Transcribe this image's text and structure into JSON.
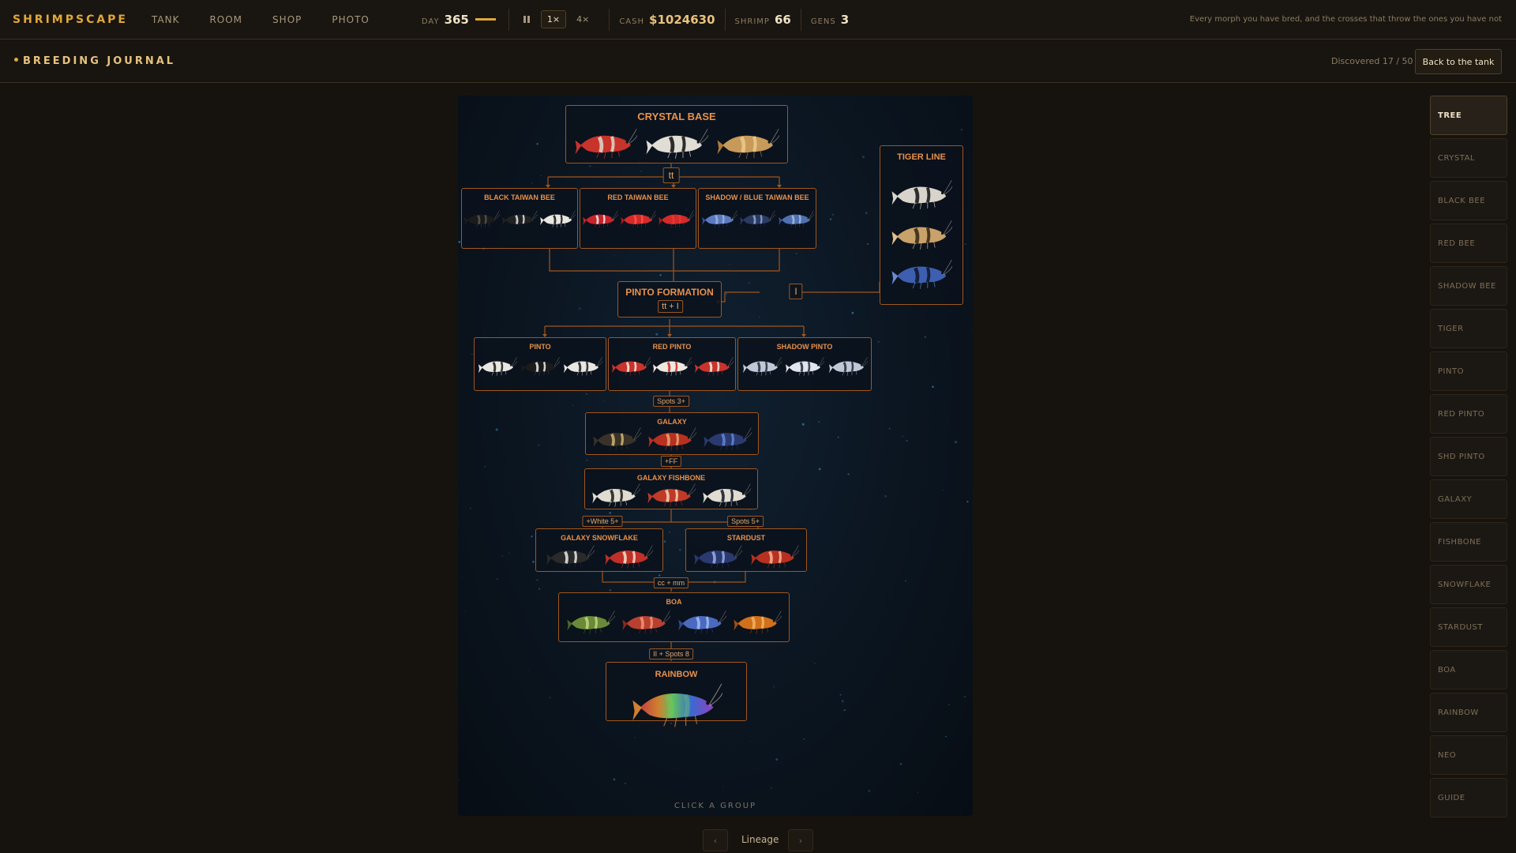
{
  "app": {
    "name": "SHRIMPSCAPE"
  },
  "nav": [
    "TANK",
    "ROOM",
    "SHOP",
    "PHOTO"
  ],
  "stats": {
    "day_label": "DAY",
    "day": "365",
    "speed": {
      "one": "1×",
      "four": "4×",
      "current": "1×"
    },
    "cash_label": "CASH",
    "cash": "$1024630",
    "shrimp_label": "SHRIMP",
    "shrimp": "66",
    "gens_label": "GENS",
    "gens": "3"
  },
  "top_note": "Every morph you have bred, and the crosses that throw the ones you have not",
  "journal": {
    "title": "BREEDING JOURNAL",
    "discovered": "Discovered 17 / 50",
    "back_label": "Back to the tank"
  },
  "tree": {
    "crystal_base": {
      "title": "CRYSTAL BASE"
    },
    "tiger_line": {
      "title": "TIGER LINE"
    },
    "black_taiwan_bee": {
      "title": "BLACK TAIWAN BEE"
    },
    "red_taiwan_bee": {
      "title": "RED TAIWAN BEE"
    },
    "shadow_blue_taiwan_bee": {
      "title": "SHADOW / BLUE TAIWAN BEE"
    },
    "pinto_formation": {
      "title": "PINTO FORMATION",
      "tag": "tt + I"
    },
    "pinto": {
      "title": "PINTO"
    },
    "red_pinto": {
      "title": "RED PINTO"
    },
    "shadow_pinto": {
      "title": "SHADOW PINTO"
    },
    "galaxy": {
      "title": "GALAXY"
    },
    "galaxy_fishbone": {
      "title": "GALAXY FISHBONE"
    },
    "galaxy_snowflake": {
      "title": "GALAXY SNOWFLAKE"
    },
    "stardust": {
      "title": "STARDUST"
    },
    "boa": {
      "title": "BOA"
    },
    "rainbow": {
      "title": "RAINBOW"
    },
    "tags": {
      "tt": "tt",
      "i": "I",
      "spots3": "Spots 3+",
      "ff": "+FF",
      "white5": "+White 5+",
      "spots5": "Spots 5+",
      "cc_mm": "cc + mm",
      "ii_spots8": "II + Spots 8"
    },
    "hint": "CLICK A GROUP"
  },
  "pager": {
    "prev": "‹",
    "label": "Lineage",
    "next": "›"
  },
  "side_tabs": [
    "TREE",
    "CRYSTAL",
    "BLACK BEE",
    "RED BEE",
    "SHADOW BEE",
    "TIGER",
    "PINTO",
    "RED PINTO",
    "SHD PINTO",
    "GALAXY",
    "FISHBONE",
    "SNOWFLAKE",
    "STARDUST",
    "BOA",
    "RAINBOW",
    "NEO",
    "GUIDE"
  ],
  "active_tab": "TREE",
  "colors": {
    "accent": "#e0a73a",
    "node_border": "#a0561e",
    "node_title": "#e8914a"
  }
}
